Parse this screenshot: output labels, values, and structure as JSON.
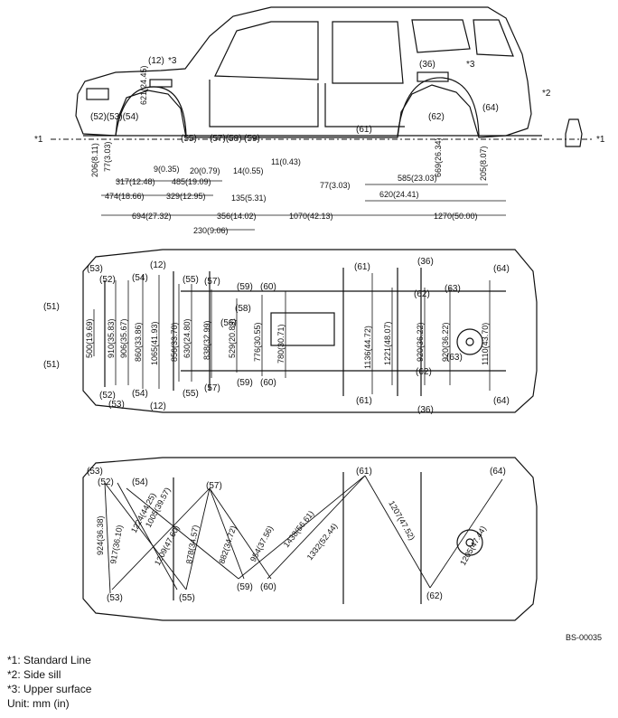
{
  "std_line_mark": "*1",
  "upper_surface_mark": "*3",
  "side_sill_mark": "*2",
  "side_view": {
    "point_labels": [
      "(12)",
      "(52)(53)(54)",
      "(55)",
      "(57)(58)",
      "(59)",
      "(61)",
      "(36)",
      "(62)",
      "(64)"
    ],
    "vertical_dims": [
      "621(24.45)",
      "206(8.11)",
      "77(3.03)",
      "669(26.34)",
      "205(8.07)"
    ],
    "horizontal_dims": [
      "9(0.35)",
      "20(0.79)",
      "14(0.55)",
      "11(0.43)",
      "77(3.03)",
      "317(12.48)",
      "485(19.09)",
      "474(18.66)",
      "329(12.95)",
      "135(5.31)",
      "694(27.32)",
      "356(14.02)",
      "1070(42.13)",
      "1270(50.00)",
      "230(9.06)",
      "585(23.03)",
      "620(24.41)"
    ]
  },
  "bottom_view": {
    "point_labels": [
      "(53)",
      "(12)",
      "(52)",
      "(54)",
      "(55)",
      "(56)",
      "(57)",
      "(58)",
      "(59)",
      "(60)",
      "(61)",
      "(36)",
      "(62)",
      "(63)",
      "(64)",
      "(51)"
    ],
    "dims": [
      "500(19.69)",
      "910(35.83)",
      "906(35.67)",
      "860(33.86)",
      "1065(41.93)",
      "856(33.70)",
      "630(24.80)",
      "838(32.99)",
      "529(20.83)",
      "776(30.55)",
      "780(30.71)",
      "1136(44.72)",
      "1221(48.07)",
      "920(36.22)",
      "920(36.22)",
      "1110(43.70)"
    ]
  },
  "diagonal_view": {
    "point_labels": [
      "(53)",
      "(52)",
      "(54)",
      "(57)",
      "(61)",
      "(64)",
      "(59)",
      "(60)",
      "(55)",
      "(53)",
      "(62)"
    ],
    "dims": [
      "924(36.38)",
      "917(36.10)",
      "1224(44.25)",
      "1005(39.57)",
      "1209(47.60)",
      "878(34.57)",
      "882(34.72)",
      "954(37.56)",
      "1438(56.61)",
      "1332(52.44)",
      "1207(47.52)",
      "1205(47.44)"
    ]
  },
  "figure_code": "BS-00035",
  "legend": [
    "*1: Standard Line",
    "*2: Side sill",
    "*3: Upper surface",
    "Unit: mm (in)"
  ]
}
